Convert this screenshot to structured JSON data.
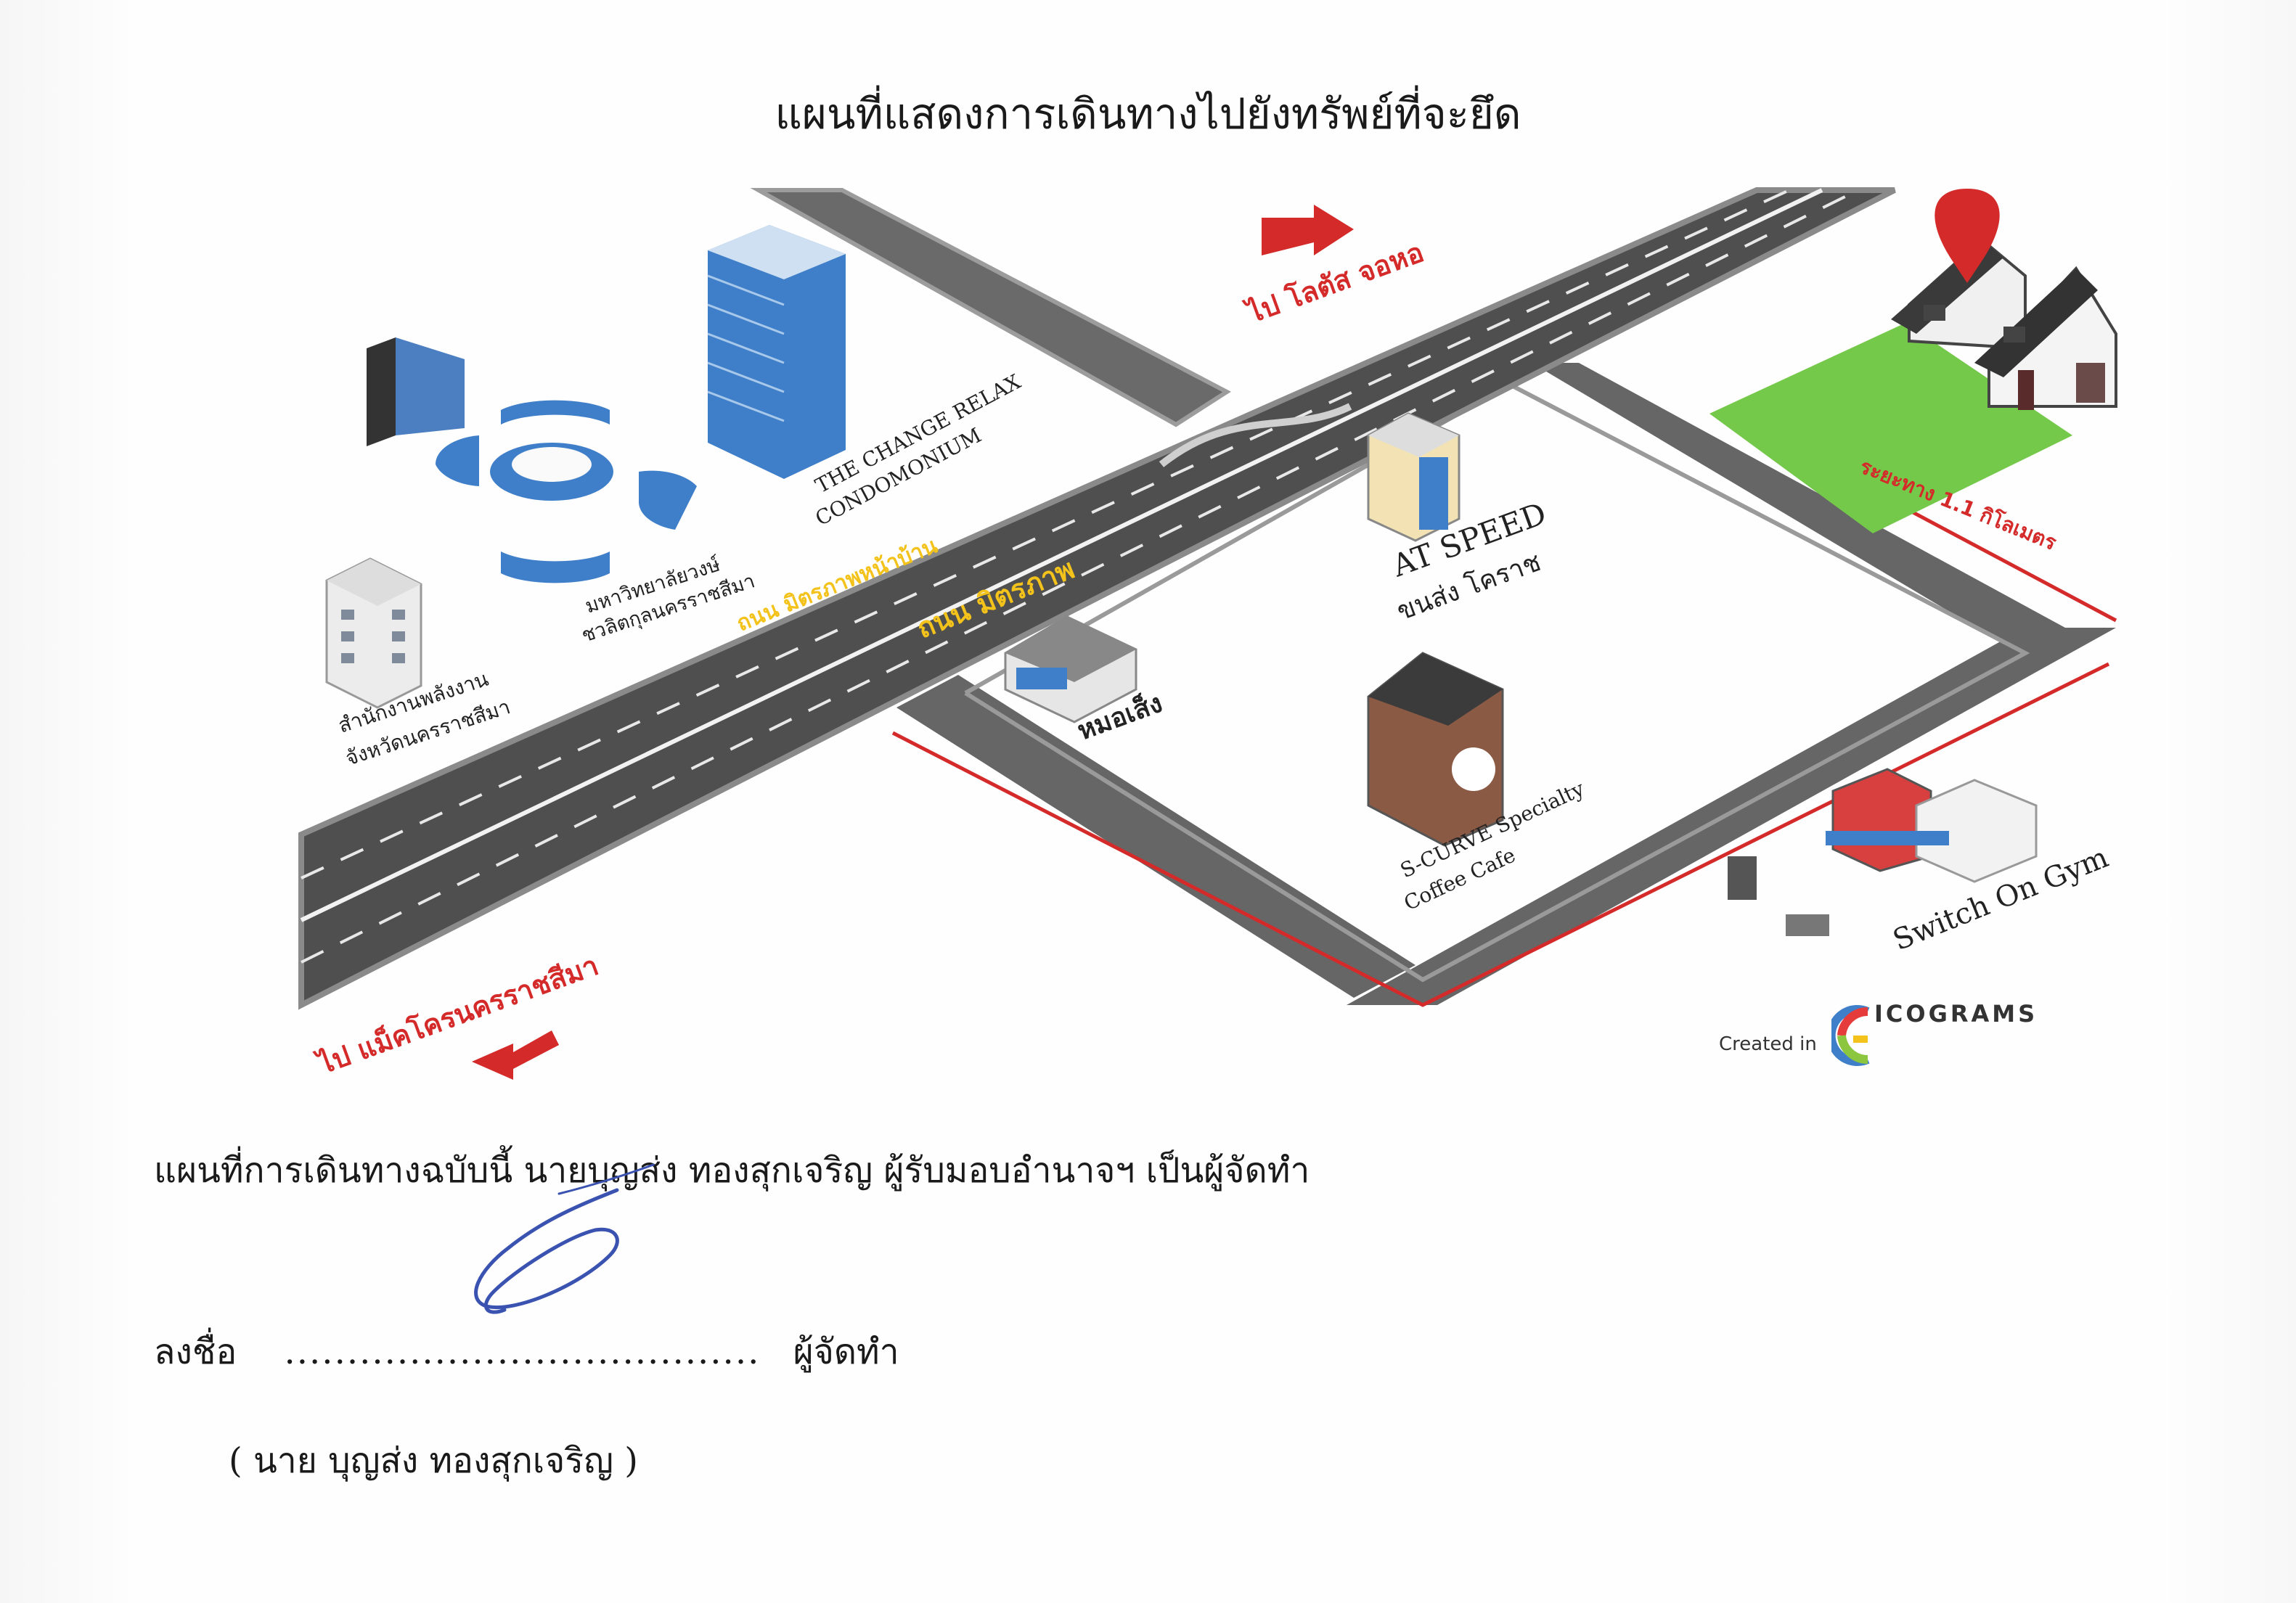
{
  "title": "แผนที่แสดงการเดินทางไปยังทรัพย์ที่จะยึด",
  "roads": {
    "main_road_left": "ถนน มิตรภาพหน้าบ้าน",
    "main_road_right": "ถนน มิตรภาพ"
  },
  "directions": {
    "to_lotus": "ไป โลตัส จอหอ",
    "to_makro": "ไป แม็คโครนครราชสีมา",
    "distance": "ระยะทาง 1.1 กิโลเมตร"
  },
  "landmarks": {
    "energy_office_line1": "สำนักงานพลังงาน",
    "energy_office_line2": "จังหวัดนครราชสีมา",
    "university_line1": "มหาวิทยาลัยวงษ์",
    "university_line2": "ชวลิตกุลนครราชสีมา",
    "condo_line1": "THE CHANGE RELAX",
    "condo_line2": "CONDOMONIUM",
    "at_speed_line1": "AT SPEED",
    "at_speed_line2": "ขนส่ง โคราช",
    "mor_seng": "หมอเส็ง",
    "cafe_line1": "S-CURVE Specialty",
    "cafe_line2": "Coffee Cafe",
    "gym": "Switch On Gym"
  },
  "credit": {
    "created_in": "Created in",
    "brand": "ICOGRAMS"
  },
  "note": "แผนที่การเดินทางฉบับนี้ นายบุญส่ง  ทองสุกเจริญ ผู้รับมอบอำนาจฯ เป็นผู้จัดทำ",
  "signature": {
    "label": "ลงชื่อ",
    "dots": "......................................",
    "role": "ผู้จัดทำ",
    "name": "( นาย บุญส่ง  ทองสุกเจริญ )"
  },
  "colors": {
    "road": "#5a5a5a",
    "road_edge": "#8e8e8e",
    "lane": "#e8e8e8",
    "accent_red": "#d42a2a",
    "label_yellow": "#f3c21b",
    "lawn": "#74c94a",
    "building_blue": "#3f7fc9"
  }
}
